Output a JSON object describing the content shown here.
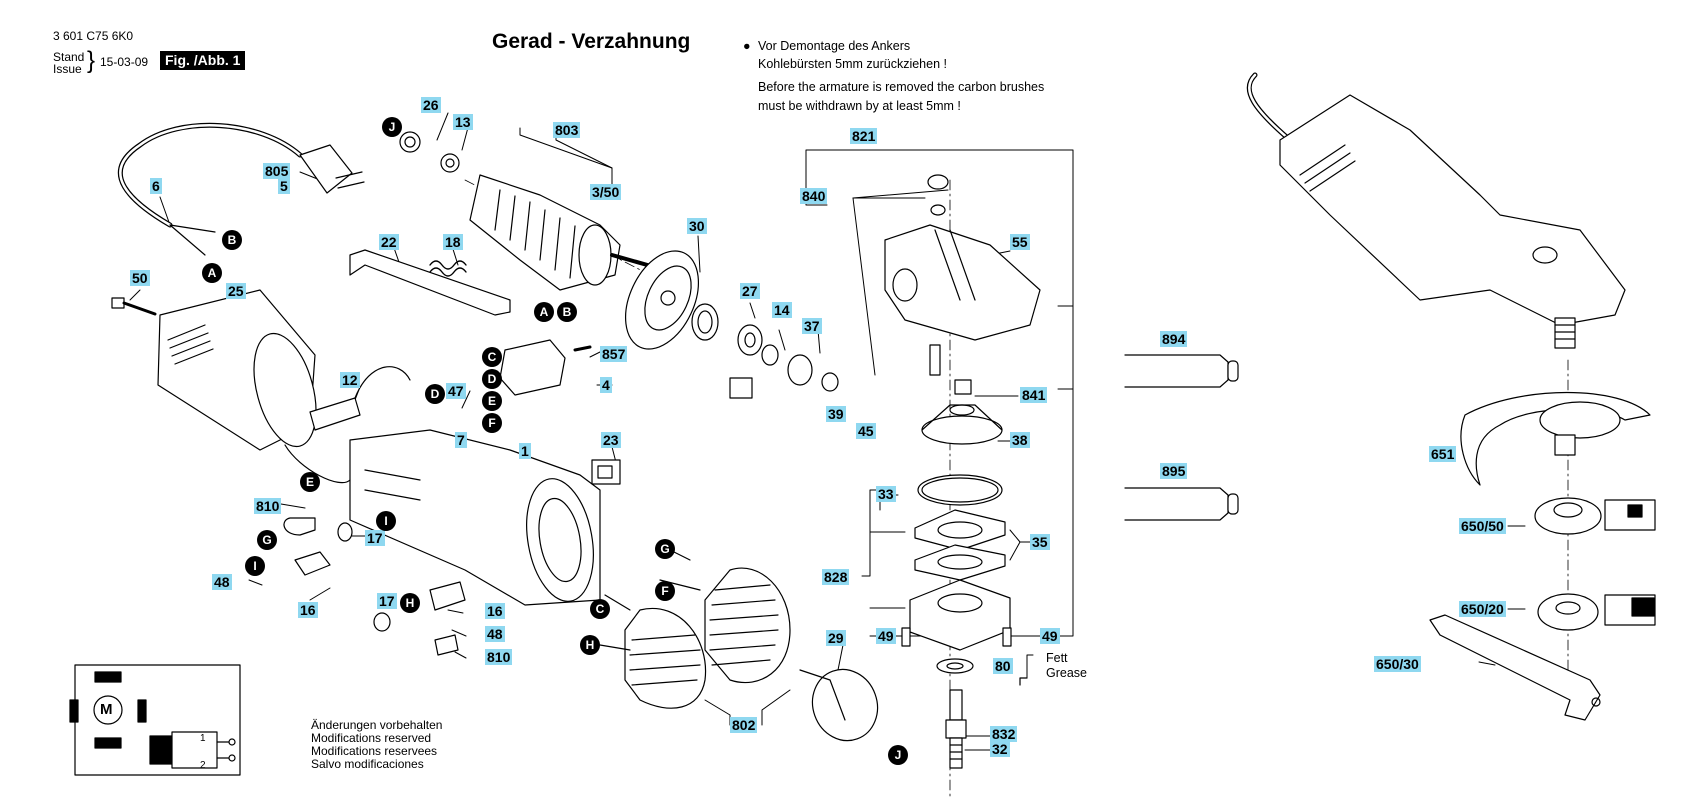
{
  "header": {
    "doc_number": "3 601 C75 6K0",
    "stand_label": "Stand",
    "issue_label": "Issue",
    "brace": "}",
    "date": "15-03-09",
    "figure_label": "Fig. /Abb. 1"
  },
  "title": "Gerad - Verzahnung",
  "note": {
    "bullet": "●",
    "line1": "Vor Demontage des Ankers",
    "line2": "Kohlebürsten 5mm zurückziehen !",
    "line3": "Before the armature is removed the carbon brushes",
    "line4": "must be withdrawn by at least 5mm !"
  },
  "grease": {
    "line1": "Fett",
    "line2": "Grease"
  },
  "footer": {
    "line1": "Änderungen vorbehalten",
    "line2": "Modifications reserved",
    "line3": "Modifications reservees",
    "line4": "Salvo modificaciones"
  },
  "schematic": {
    "motor": "M",
    "contact1": "1",
    "contact2": "2"
  },
  "part_numbers": [
    "26",
    "13",
    "803",
    "805",
    "5",
    "6",
    "3/50",
    "30",
    "22",
    "18",
    "50",
    "25",
    "27",
    "14",
    "37",
    "857",
    "4",
    "12",
    "47",
    "7",
    "39",
    "45",
    "1",
    "23",
    "810",
    "17",
    "48",
    "16",
    "29",
    "802",
    "821",
    "840",
    "55",
    "841",
    "38",
    "33",
    "35",
    "828",
    "49",
    "80",
    "832",
    "32",
    "894",
    "895",
    "651",
    "650/50",
    "650/20",
    "650/30"
  ],
  "callouts": [
    "J",
    "B",
    "A",
    "C",
    "D",
    "E",
    "F",
    "G",
    "I",
    "H"
  ]
}
